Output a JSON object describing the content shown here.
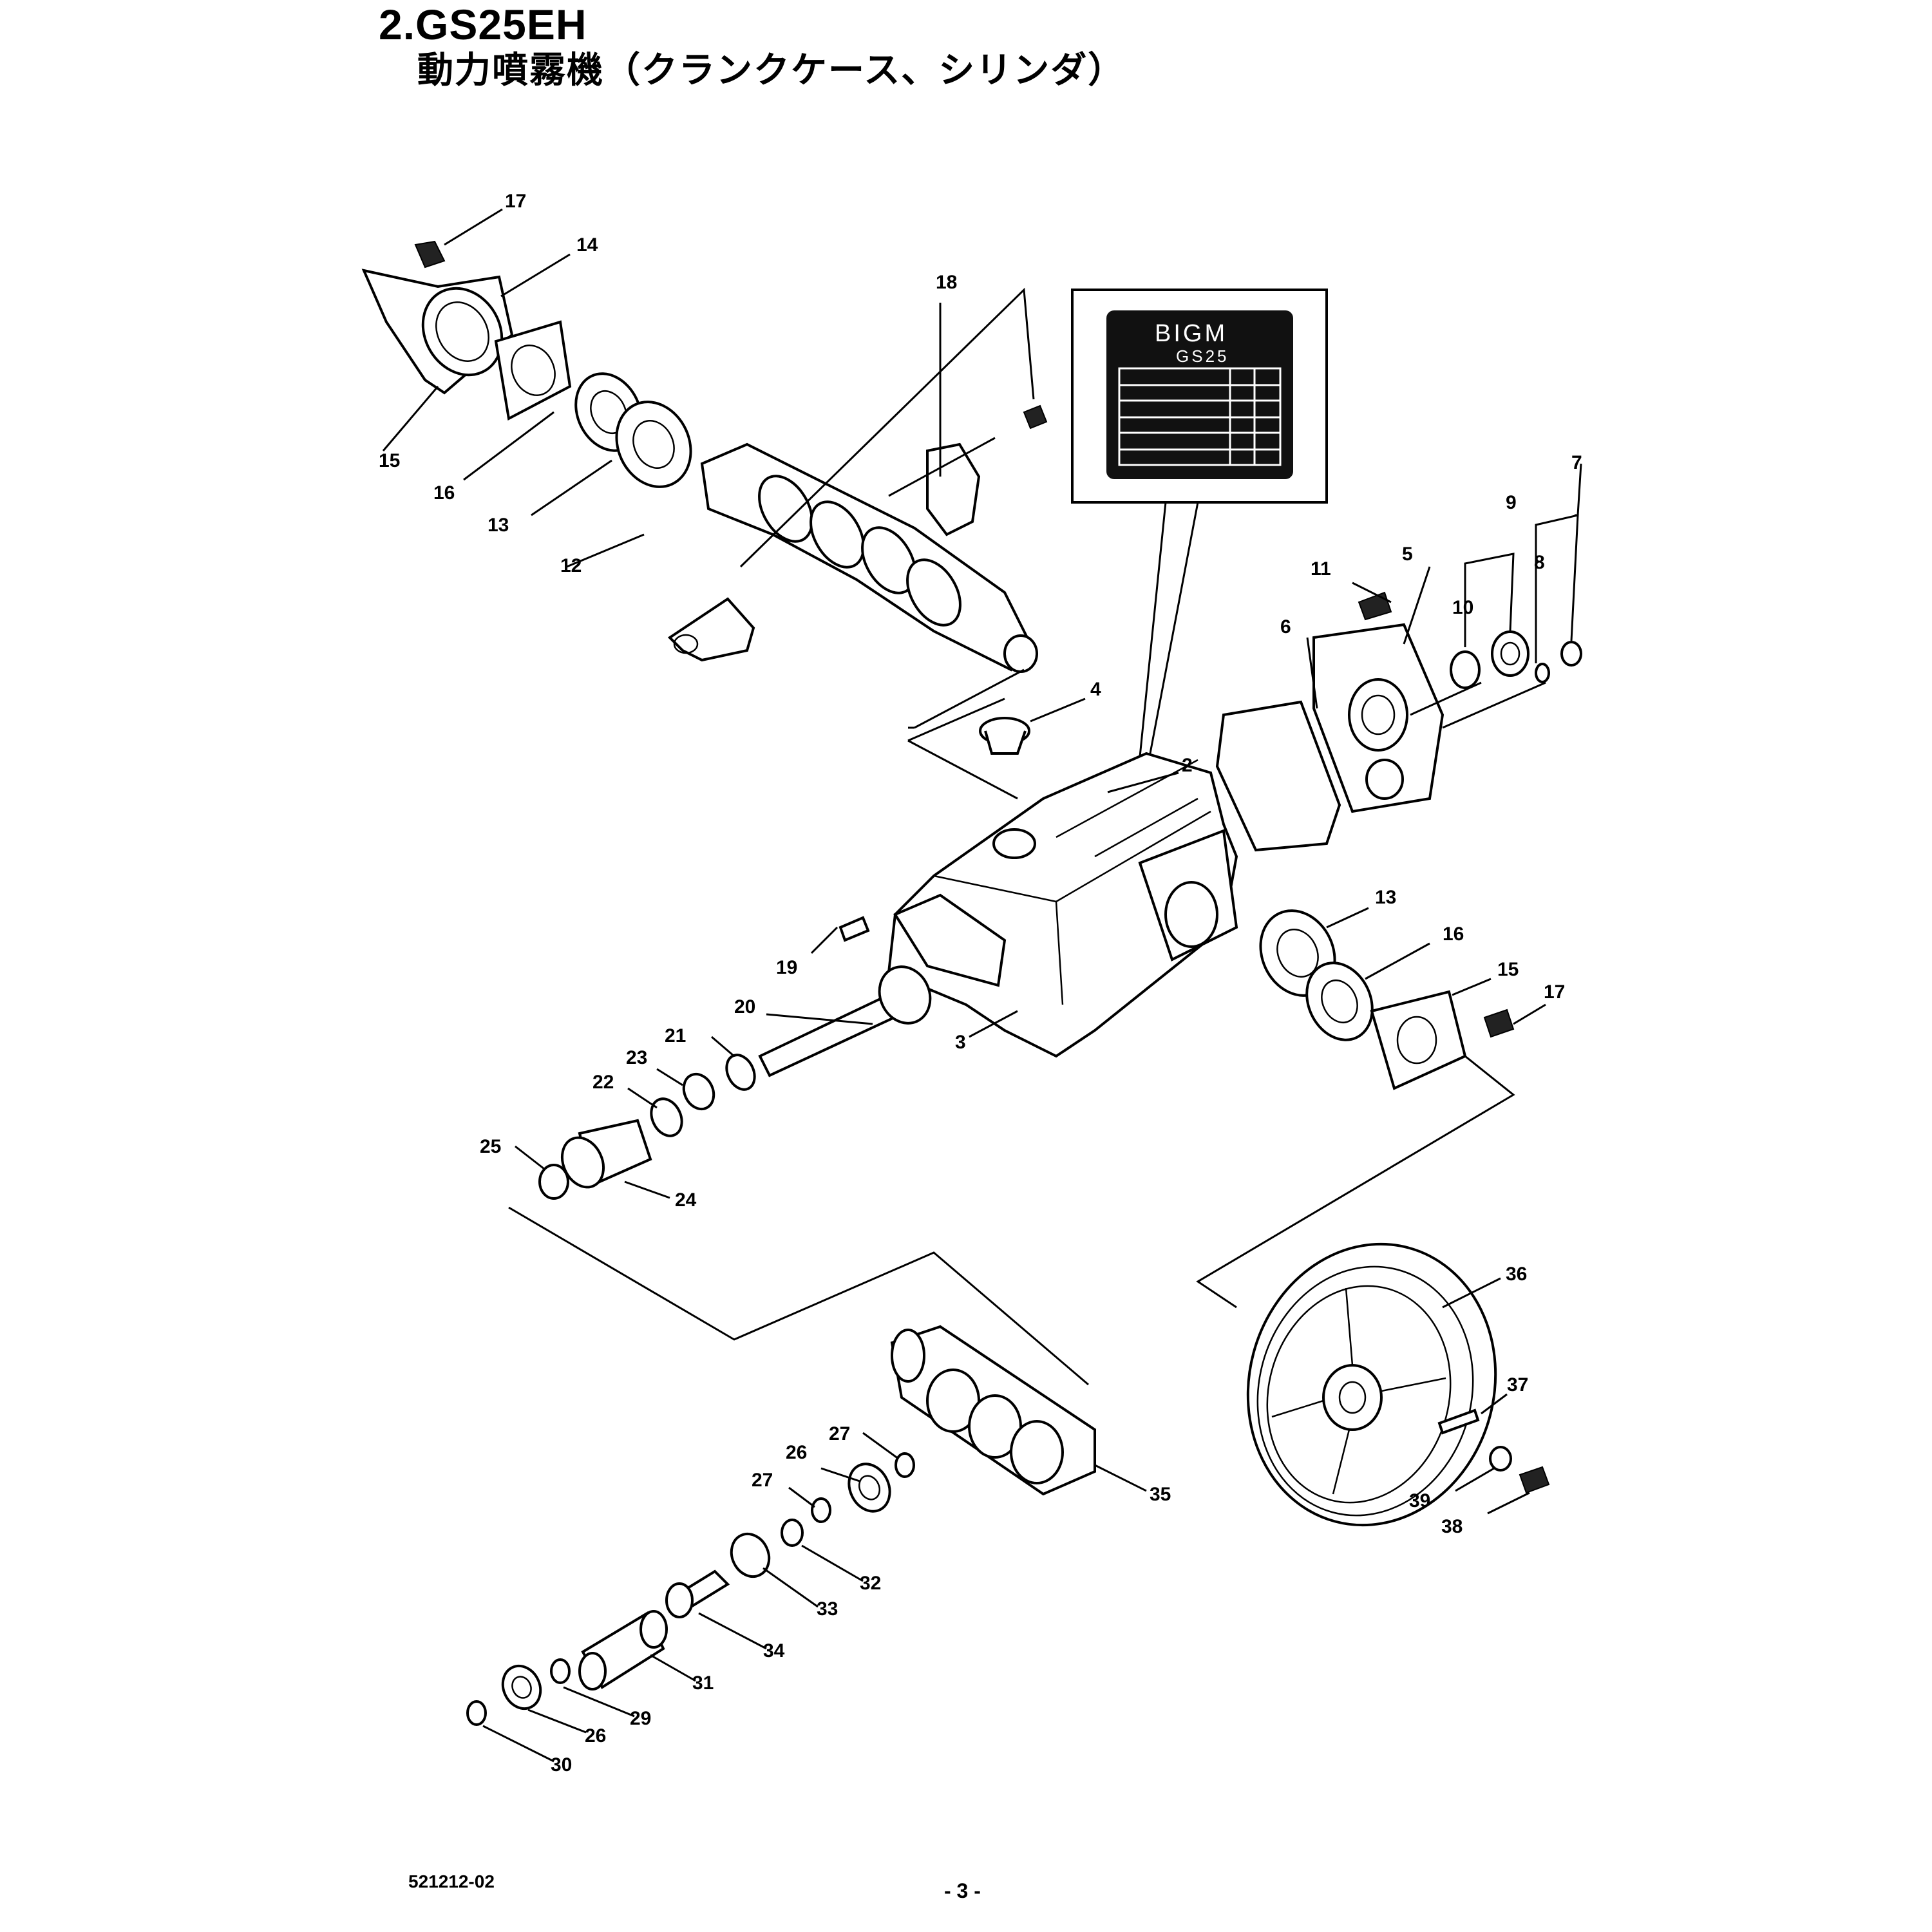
{
  "header": {
    "model": "2.GS25EH",
    "subtitle": "動力噴霧機（クランクケース、シリンダ）"
  },
  "nameplate": {
    "brand": "BIGM",
    "model": "GS25"
  },
  "callouts": {
    "p2": "2",
    "p3": "3",
    "p4": "4",
    "p5": "5",
    "p6": "6",
    "p7": "7",
    "p8": "8",
    "p9": "9",
    "p10": "10",
    "p11": "11",
    "p12": "12",
    "p13a": "13",
    "p13b": "13",
    "p14": "14",
    "p15a": "15",
    "p15b": "15",
    "p16a": "16",
    "p16b": "16",
    "p17a": "17",
    "p17b": "17",
    "p18": "18",
    "p19": "19",
    "p20": "20",
    "p21": "21",
    "p22": "22",
    "p23": "23",
    "p24": "24",
    "p25": "25",
    "p26a": "26",
    "p26b": "26",
    "p27a": "27",
    "p27b": "27",
    "p29": "29",
    "p30": "30",
    "p31": "31",
    "p32": "32",
    "p33": "33",
    "p34": "34",
    "p35": "35",
    "p36": "36",
    "p37": "37",
    "p38": "38",
    "p39": "39"
  },
  "footer": {
    "doc_code": "521212-02",
    "page": "- 3 -"
  }
}
